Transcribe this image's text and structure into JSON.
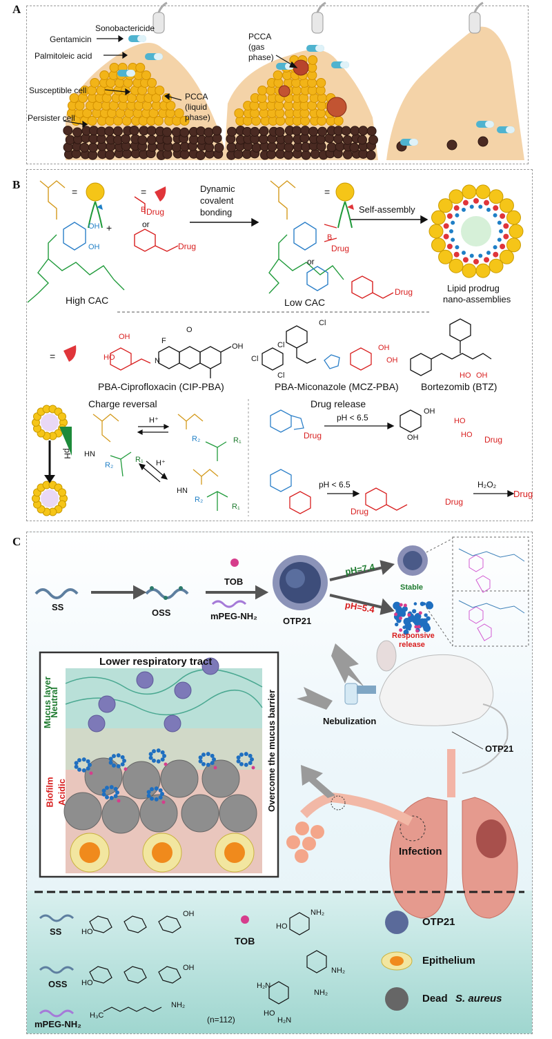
{
  "panels": {
    "a": "A",
    "b": "B",
    "c": "C"
  },
  "panel_a": {
    "sonobactericide": "Sonobactericide",
    "gentamicin": "Gentamicin",
    "palmitoleic_acid": "Palmitoleic acid",
    "susceptible_cell": "Susceptible cell",
    "persister_cell": "Persister cell",
    "pcca_liquid_1": "PCCA",
    "pcca_liquid_2": "(liquid",
    "pcca_liquid_3": "phase)",
    "pcca_gas_1": "PCCA",
    "pcca_gas_2": "(gas",
    "pcca_gas_3": "phase)"
  },
  "panel_b": {
    "eq1": "=",
    "eq2": "=",
    "eq3": "=",
    "eq4": "=",
    "plus1": "+",
    "or1": "or",
    "or2": "or",
    "oh": "OH",
    "ho": "HO",
    "b": "B",
    "drug": "Drug",
    "dynamic_1": "Dynamic",
    "dynamic_2": "covalent",
    "dynamic_3": "bonding",
    "self_assembly": "Self-assembly",
    "high_cac": "High CAC",
    "low_cac": "Low CAC",
    "lipid_1": "Lipid prodrug",
    "lipid_2": "nano-assemblies",
    "cip": "PBA-Ciprofloxacin (CIP-PBA)",
    "mcz": "PBA-Miconazole (MCZ-PBA)",
    "btz": "Bortezomib (BTZ)",
    "charge_reversal": "Charge reversal",
    "drug_release": "Drug release",
    "hplus1": "H⁺",
    "hplus2": "H⁺",
    "ph_vert": "pH",
    "ph1": "pH < 6.5",
    "ph2": "pH < 6.5",
    "h2o2": "H₂O₂",
    "drug_final": "Drug",
    "r1": "R₁",
    "r2": "R₂",
    "hn": "HN",
    "cl": "Cl",
    "f": "F",
    "o": "O",
    "n": "N"
  },
  "panel_c": {
    "ss": "SS",
    "oss": "OSS",
    "tob": "TOB",
    "mpeg": "mPEG-NH₂",
    "otp21": "OTP21",
    "ph74": "pH=7.4",
    "ph54": "pH=5.4",
    "stable": "Stable",
    "responsive_1": "Responsive",
    "responsive_2": "release",
    "lower_tract": "Lower respiratory tract",
    "mucus_layer": "Mucus layer",
    "neutral": "Neutral",
    "biofilm": "Biofilm",
    "acidic": "Acidic",
    "overcome": "Overcome the mucus barrier",
    "nebulization": "Nebulization",
    "otp21_arrow": "OTP21",
    "infection": "Infection",
    "legend_ss": "SS",
    "legend_oss": "OSS",
    "legend_mpeg": "mPEG-NH₂",
    "legend_tob": "TOB",
    "legend_otp21": "OTP21",
    "legend_epithelium": "Epithelium",
    "legend_dead": "Dead",
    "legend_saureus": "S. aureus",
    "n112": "(n=112)",
    "h3c": "H₃C",
    "nh2": "NH₂",
    "h2n": "H₂N",
    "ho": "HO",
    "oh": "OH"
  }
}
